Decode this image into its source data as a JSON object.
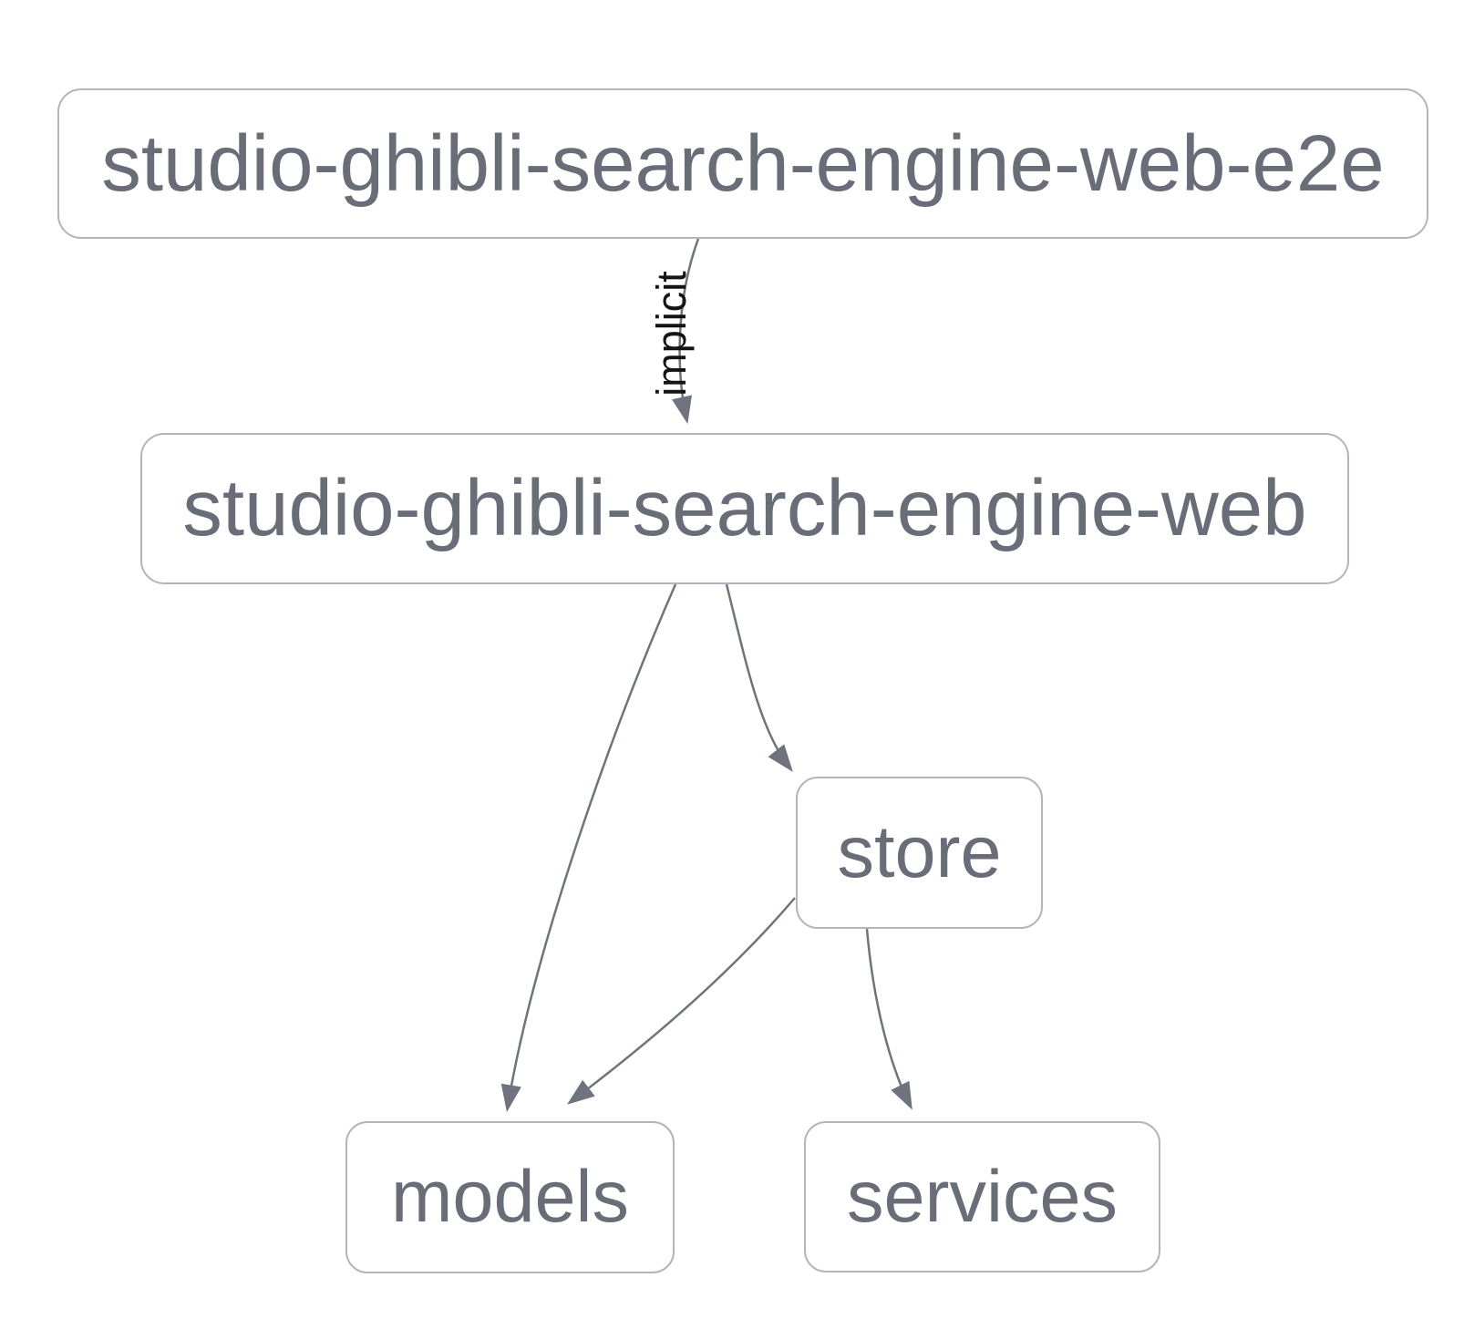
{
  "diagram": {
    "type": "dependency-graph",
    "nodes": [
      {
        "id": "studio-ghibli-search-engine-web-e2e",
        "label": "studio-ghibli-search-engine-web-e2e"
      },
      {
        "id": "studio-ghibli-search-engine-web",
        "label": "studio-ghibli-search-engine-web"
      },
      {
        "id": "store",
        "label": "store"
      },
      {
        "id": "models",
        "label": "models"
      },
      {
        "id": "services",
        "label": "services"
      }
    ],
    "edges": [
      {
        "from": "studio-ghibli-search-engine-web-e2e",
        "to": "studio-ghibli-search-engine-web",
        "label": "implicit"
      },
      {
        "from": "studio-ghibli-search-engine-web",
        "to": "store",
        "label": ""
      },
      {
        "from": "studio-ghibli-search-engine-web",
        "to": "models",
        "label": ""
      },
      {
        "from": "store",
        "to": "models",
        "label": ""
      },
      {
        "from": "store",
        "to": "services",
        "label": ""
      }
    ],
    "colors": {
      "background": "#ffffff",
      "node_fill": "#ffffff",
      "node_border": "#b5b3bb",
      "node_text": "#686d78",
      "edge_stroke": "#6f737e",
      "edge_label_text": "#141414"
    }
  }
}
